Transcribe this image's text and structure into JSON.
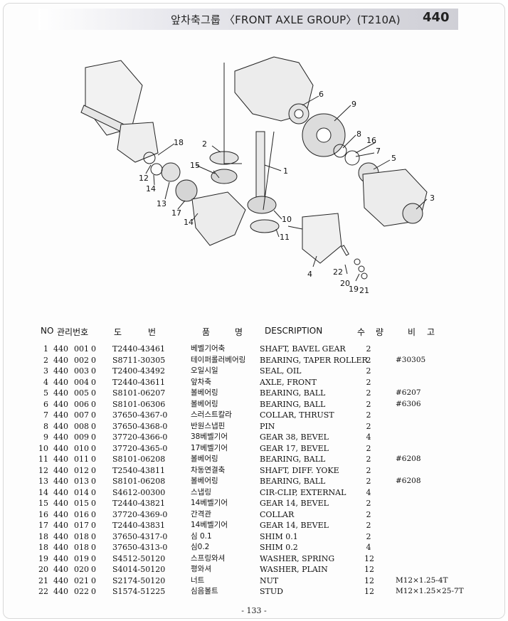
{
  "header": {
    "title": "앞차축그룹 〈FRONT AXLE GROUP〉(T210A)",
    "page_number": "440"
  },
  "diagram_callouts": [
    "1",
    "2",
    "3",
    "4",
    "5",
    "6",
    "7",
    "8",
    "9",
    "10",
    "11",
    "12",
    "13",
    "14",
    "14",
    "15",
    "16",
    "17",
    "18",
    "19",
    "20",
    "21",
    "22"
  ],
  "table_header": {
    "no": "NO",
    "mgmt": "관리번호",
    "part_no_1": "도",
    "part_no_2": "번",
    "name_1": "품",
    "name_2": "명",
    "description": "DESCRIPTION",
    "qty_1": "수",
    "qty_2": "량",
    "note_1": "비",
    "note_2": "고"
  },
  "parts": [
    {
      "no": "1",
      "grp": "440",
      "seq": "001",
      "sub": "0",
      "part": "T2440-43461",
      "ko": "베벨기어축",
      "desc": "SHAFT, BAVEL GEAR",
      "qty": "2",
      "note": ""
    },
    {
      "no": "2",
      "grp": "440",
      "seq": "002",
      "sub": "0",
      "part": "S8711-30305",
      "ko": "테이퍼롤러베어링",
      "desc": "BEARING, TAPER ROLLER",
      "qty": "2",
      "note": "#30305"
    },
    {
      "no": "3",
      "grp": "440",
      "seq": "003",
      "sub": "0",
      "part": "T2400-43492",
      "ko": "오일시일",
      "desc": "SEAL, OIL",
      "qty": "2",
      "note": ""
    },
    {
      "no": "4",
      "grp": "440",
      "seq": "004",
      "sub": "0",
      "part": "T2440-43611",
      "ko": "앞차축",
      "desc": "AXLE, FRONT",
      "qty": "2",
      "note": ""
    },
    {
      "no": "5",
      "grp": "440",
      "seq": "005",
      "sub": "0",
      "part": "S8101-06207",
      "ko": "볼베어링",
      "desc": "BEARING, BALL",
      "qty": "2",
      "note": "#6207"
    },
    {
      "no": "6",
      "grp": "440",
      "seq": "006",
      "sub": "0",
      "part": "S8101-06306",
      "ko": "볼베어링",
      "desc": "BEARING, BALL",
      "qty": "2",
      "note": "#6306"
    },
    {
      "no": "7",
      "grp": "440",
      "seq": "007",
      "sub": "0",
      "part": "37650-4367-0",
      "ko": "스러스트칼라",
      "desc": "COLLAR, THRUST",
      "qty": "2",
      "note": ""
    },
    {
      "no": "8",
      "grp": "440",
      "seq": "008",
      "sub": "0",
      "part": "37650-4368-0",
      "ko": "반원스냅핀",
      "desc": "PIN",
      "qty": "2",
      "note": ""
    },
    {
      "no": "9",
      "grp": "440",
      "seq": "009",
      "sub": "0",
      "part": "37720-4366-0",
      "ko": "38베벨기어",
      "desc": "GEAR 38, BEVEL",
      "qty": "4",
      "note": ""
    },
    {
      "no": "10",
      "grp": "440",
      "seq": "010",
      "sub": "0",
      "part": "37720-4365-0",
      "ko": "17베벨기어",
      "desc": "GEAR 17, BEVEL",
      "qty": "2",
      "note": ""
    },
    {
      "no": "11",
      "grp": "440",
      "seq": "011",
      "sub": "0",
      "part": "S8101-06208",
      "ko": "볼베어링",
      "desc": "BEARING, BALL",
      "qty": "2",
      "note": "#6208"
    },
    {
      "no": "12",
      "grp": "440",
      "seq": "012",
      "sub": "0",
      "part": "T2540-43811",
      "ko": "차동연결축",
      "desc": "SHAFT, DIFF. YOKE",
      "qty": "2",
      "note": ""
    },
    {
      "no": "13",
      "grp": "440",
      "seq": "013",
      "sub": "0",
      "part": "S8101-06208",
      "ko": "볼베어링",
      "desc": "BEARING, BALL",
      "qty": "2",
      "note": "#6208"
    },
    {
      "no": "14",
      "grp": "440",
      "seq": "014",
      "sub": "0",
      "part": "S4612-00300",
      "ko": "스냅링",
      "desc": "CIR-CLIP, EXTERNAL",
      "qty": "4",
      "note": ""
    },
    {
      "no": "15",
      "grp": "440",
      "seq": "015",
      "sub": "0",
      "part": "T2440-43821",
      "ko": "14베벨기어",
      "desc": "GEAR 14, BEVEL",
      "qty": "2",
      "note": ""
    },
    {
      "no": "16",
      "grp": "440",
      "seq": "016",
      "sub": "0",
      "part": "37720-4369-0",
      "ko": "간격관",
      "desc": "COLLAR",
      "qty": "2",
      "note": ""
    },
    {
      "no": "17",
      "grp": "440",
      "seq": "017",
      "sub": "0",
      "part": "T2440-43831",
      "ko": "14베벨기어",
      "desc": "GEAR 14, BEVEL",
      "qty": "2",
      "note": ""
    },
    {
      "no": "18",
      "grp": "440",
      "seq": "018",
      "sub": "0",
      "part": "37650-4317-0",
      "ko": "심 0.1",
      "desc": "SHIM 0.1",
      "qty": "2",
      "note": ""
    },
    {
      "no": "18",
      "grp": "440",
      "seq": "018",
      "sub": "0",
      "part": "37650-4313-0",
      "ko": "심0.2",
      "desc": "SHIM 0.2",
      "qty": "4",
      "note": ""
    },
    {
      "no": "19",
      "grp": "440",
      "seq": "019",
      "sub": "0",
      "part": "S4512-50120",
      "ko": "스프링와셔",
      "desc": "WASHER, SPRING",
      "qty": "12",
      "note": ""
    },
    {
      "no": "20",
      "grp": "440",
      "seq": "020",
      "sub": "0",
      "part": "S4014-50120",
      "ko": "평와셔",
      "desc": "WASHER, PLAIN",
      "qty": "12",
      "note": ""
    },
    {
      "no": "21",
      "grp": "440",
      "seq": "021",
      "sub": "0",
      "part": "S2174-50120",
      "ko": "너트",
      "desc": "NUT",
      "qty": "12",
      "note": "M12×1.25-4T"
    },
    {
      "no": "22",
      "grp": "440",
      "seq": "022",
      "sub": "0",
      "part": "S1574-51225",
      "ko": "심음볼트",
      "desc": "STUD",
      "qty": "12",
      "note": "M12×1.25×25-7T"
    }
  ],
  "footer": {
    "page": "- 133 -"
  }
}
